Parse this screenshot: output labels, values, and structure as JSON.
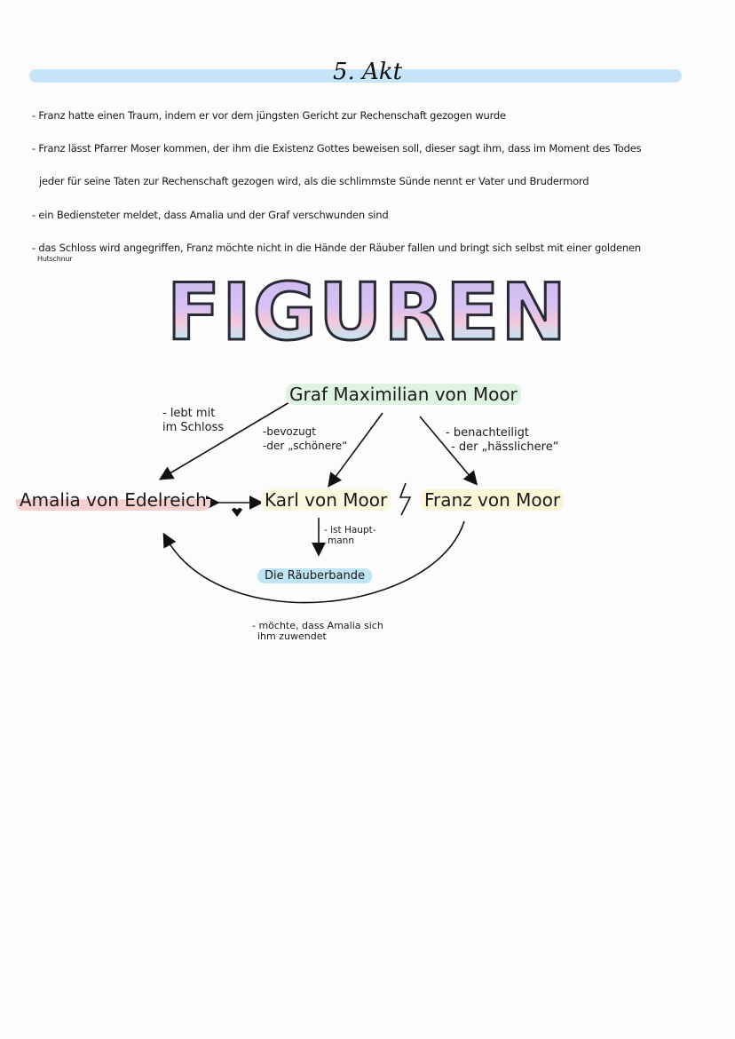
{
  "title": "5. Akt",
  "notes": [
    "- Franz hatte einen Traum, indem er vor dem jüngsten Gericht zur Rechenschaft gezogen wurde",
    "- Franz lässt Pfarrer Moser kommen, der ihm die Existenz Gottes beweisen soll, dieser sagt ihm, dass im Moment des Todes",
    "jeder für seine Taten zur Rechenschaft gezogen wird, als die schlimmste Sünde nennt er Vater und Brudermord",
    "- ein Bediensteter meldet, dass Amalia und der Graf verschwunden sind",
    "- das Schloss wird angegriffen, Franz möchte nicht in die Hände der Räuber fallen und bringt sich selbst mit einer goldenen",
    "Hutschnur"
  ],
  "section_heading": "FIGUREN",
  "diagram": {
    "nodes": {
      "graf": "Graf Maximilian von Moor",
      "amalia": "Amalia von Edelreich",
      "karl": "Karl von Moor",
      "franz": "Franz von Moor",
      "raeuber": "Die Räuberbande"
    },
    "labels": {
      "graf_amalia": [
        "- lebt mit",
        "im Schloss"
      ],
      "graf_karl": [
        "-bevozugt",
        "-der „schönere“"
      ],
      "graf_franz": [
        "- benachteiligt",
        "- der „hässlichere“"
      ],
      "karl_raeuber": [
        "- ist Haupt-",
        "mann"
      ],
      "franz_amalia": [
        "- möchte, dass Amalia sich",
        "ihm zuwendet"
      ]
    },
    "colors": {
      "graf": "#dff3e2",
      "amalia": "#f6cfcf",
      "karl": "#fbf8e0",
      "franz": "#fbf6d6",
      "raeuber": "#bfe4f4",
      "title_bar": "#c6e4f8"
    }
  }
}
